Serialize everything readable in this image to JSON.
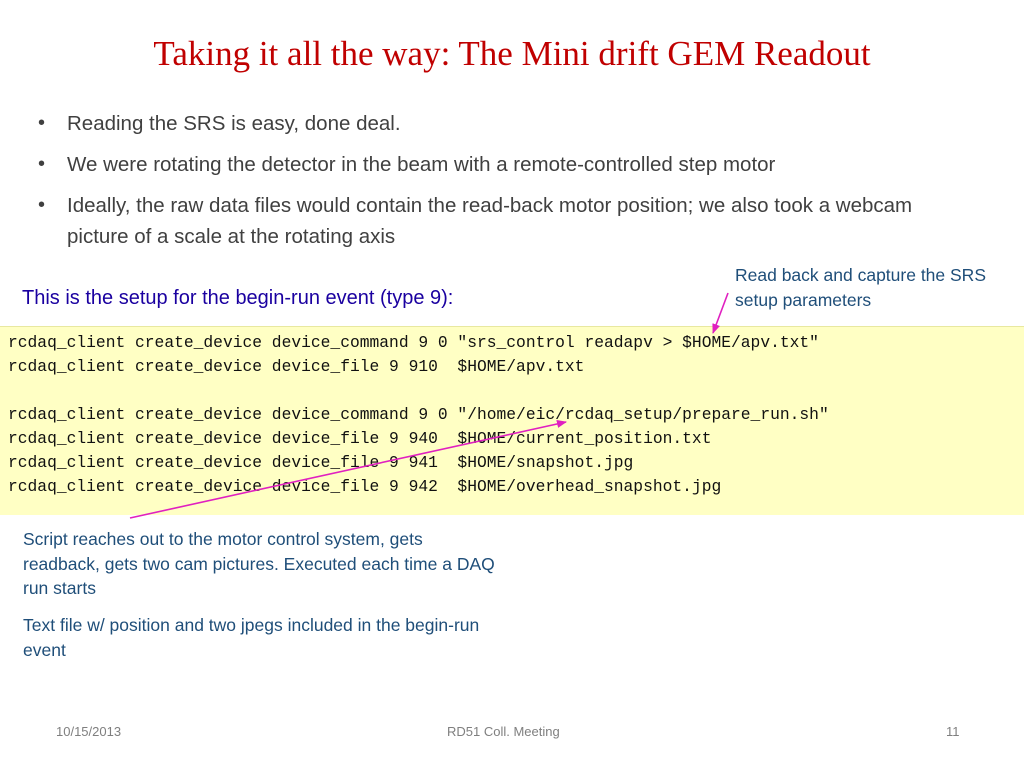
{
  "slide": {
    "title": "Taking it all the way: The Mini drift GEM Readout",
    "bullets": [
      {
        "marker": "•",
        "text": "Reading the SRS is easy, done deal."
      },
      {
        "marker": "•",
        "text": "We were rotating the detector in the beam with a remote-controlled step motor"
      },
      {
        "marker": "•",
        "text": "Ideally, the raw data files would contain the read-back motor position; we also took a webcam picture of a scale at the rotating axis"
      }
    ],
    "setup_label": "This is the setup for the begin-run event (type 9):",
    "annotation_top": "Read back and capture the SRS setup parameters",
    "code_lines": [
      "rcdaq_client create_device device_command 9 0 \"srs_control readapv > $HOME/apv.txt\"",
      "rcdaq_client create_device device_file 9 910  $HOME/apv.txt",
      "",
      "rcdaq_client create_device device_command 9 0 \"/home/eic/rcdaq_setup/prepare_run.sh\"",
      "rcdaq_client create_device device_file 9 940  $HOME/current_position.txt",
      "rcdaq_client create_device device_file 9 941  $HOME/snapshot.jpg",
      "rcdaq_client create_device device_file 9 942  $HOME/overhead_snapshot.jpg"
    ],
    "annotation_script": "Script reaches out to the motor control system, gets readback, gets two cam pictures. Executed each time a DAQ run starts",
    "annotation_files": "Text file w/ position and two jpegs included in the begin-run event",
    "footer": {
      "date": "10/15/2013",
      "meeting": "RD51 Coll. Meeting",
      "page": "11"
    },
    "colors": {
      "title": "#c00000",
      "code_background": "#ffffc4",
      "setup_label": "#1a00a0",
      "annotation": "#1f4e79",
      "arrow": "#e020c0"
    }
  }
}
